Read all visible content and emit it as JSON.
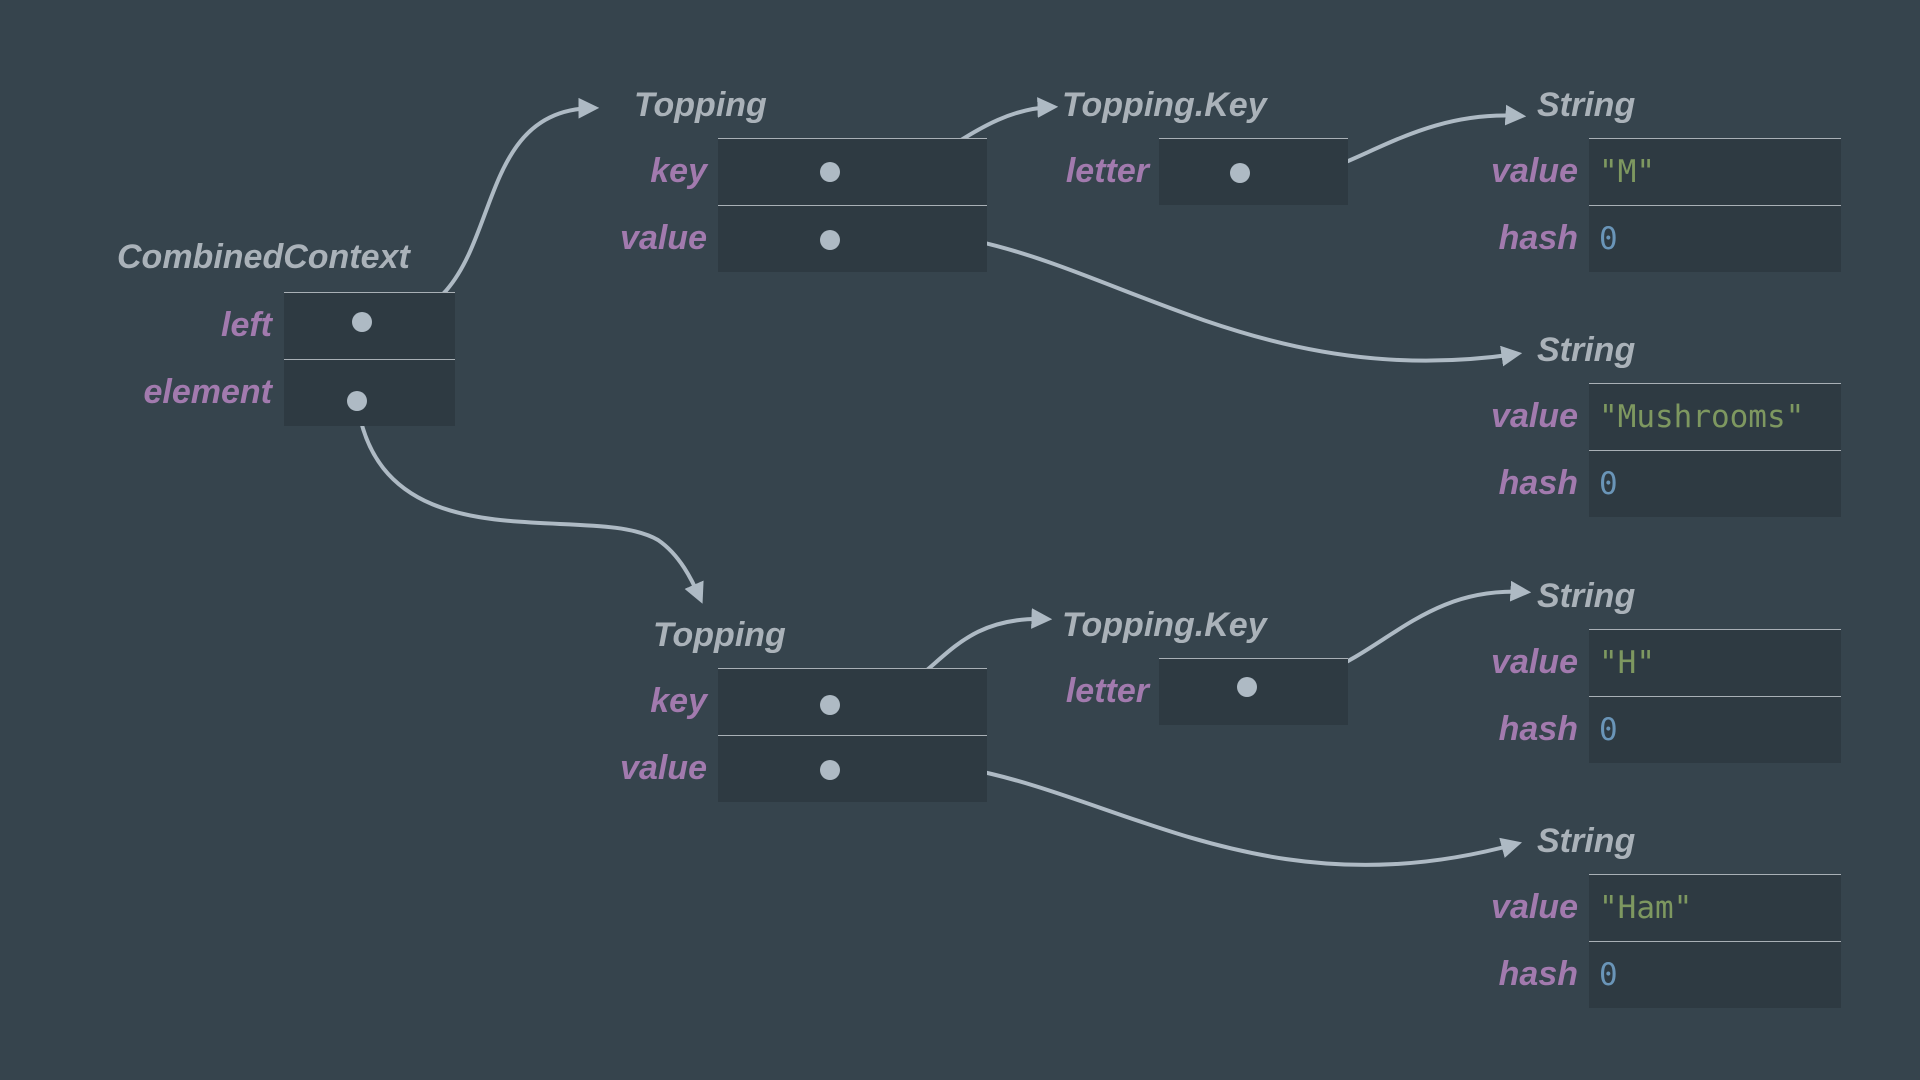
{
  "colors": {
    "background": "#36444d",
    "cell": "#2e3a42",
    "type_label": "#aab2b9",
    "field_label": "#a27aae",
    "string_value": "#7e9860",
    "number_value": "#6a95b8",
    "arrow": "#aebac4"
  },
  "combined_context": {
    "type": "CombinedContext",
    "fields": {
      "left": "left",
      "element": "element"
    }
  },
  "topping_1": {
    "type": "Topping",
    "fields": {
      "key": "key",
      "value": "value"
    }
  },
  "topping_key_1": {
    "type": "Topping.Key",
    "fields": {
      "letter": "letter"
    }
  },
  "string_m": {
    "type": "String",
    "fields": {
      "value": "value",
      "hash": "hash"
    },
    "value": "\"M\"",
    "hash": "0"
  },
  "string_mushrooms": {
    "type": "String",
    "fields": {
      "value": "value",
      "hash": "hash"
    },
    "value": "\"Mushrooms\"",
    "hash": "0"
  },
  "topping_2": {
    "type": "Topping",
    "fields": {
      "key": "key",
      "value": "value"
    }
  },
  "topping_key_2": {
    "type": "Topping.Key",
    "fields": {
      "letter": "letter"
    }
  },
  "string_h": {
    "type": "String",
    "fields": {
      "value": "value",
      "hash": "hash"
    },
    "value": "\"H\"",
    "hash": "0"
  },
  "string_ham": {
    "type": "String",
    "fields": {
      "value": "value",
      "hash": "hash"
    },
    "value": "\"Ham\"",
    "hash": "0"
  },
  "references": [
    {
      "from": "combined_context.left",
      "to": "topping_1"
    },
    {
      "from": "combined_context.element",
      "to": "topping_2"
    },
    {
      "from": "topping_1.key",
      "to": "topping_key_1"
    },
    {
      "from": "topping_1.value",
      "to": "string_mushrooms"
    },
    {
      "from": "topping_key_1.letter",
      "to": "string_m"
    },
    {
      "from": "topping_2.key",
      "to": "topping_key_2"
    },
    {
      "from": "topping_2.value",
      "to": "string_ham"
    },
    {
      "from": "topping_key_2.letter",
      "to": "string_h"
    }
  ]
}
